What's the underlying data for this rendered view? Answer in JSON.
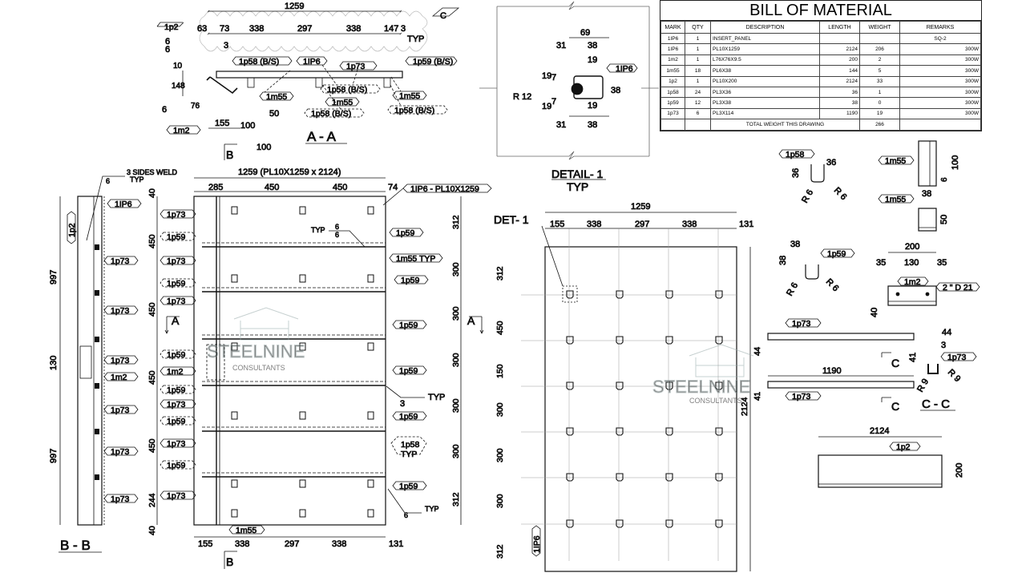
{
  "bom": {
    "title": "BILL OF MATERIAL",
    "headers": [
      "MARK",
      "QTY",
      "DESCRIPTION",
      "LENGTH",
      "WEIGHT",
      "REMARKS"
    ],
    "rows": [
      [
        "1IP6",
        "1",
        "INSERT_PANEL",
        "",
        "",
        "SQ-2"
      ],
      [
        "1IP6",
        "1",
        "PL10X1259",
        "2124",
        "206",
        "300W"
      ],
      [
        "1m2",
        "1",
        "L76X76X9.5",
        "200",
        "2",
        "300W"
      ],
      [
        "1m55",
        "18",
        "PL6X38",
        "144",
        "5",
        "300W"
      ],
      [
        "1p2",
        "1",
        "PL10X200",
        "2124",
        "33",
        "300W"
      ],
      [
        "1p58",
        "24",
        "PL3X36",
        "36",
        "1",
        "300W"
      ],
      [
        "1p59",
        "12",
        "PL3X38",
        "38",
        "0",
        "300W"
      ],
      [
        "1p73",
        "6",
        "PL3X114",
        "1190",
        "19",
        "300W"
      ]
    ],
    "total_label": "TOTAL WEIGHT THIS DRAWING",
    "total_value": "266"
  },
  "section_aa": {
    "dims_top": [
      "1259",
      "63",
      "73",
      "338",
      "297",
      "338",
      "147",
      "3",
      "TYP"
    ],
    "dims_left": [
      "6",
      "6",
      "10",
      "148",
      "76",
      "6"
    ],
    "dims_bottom": [
      "155",
      "50",
      "100",
      "100"
    ],
    "dim_3": "3",
    "section_marker": "C",
    "tags": [
      "1p2",
      "1p58 (B/S)",
      "1IP6",
      "1p73",
      "1p59 (B/S)",
      "1m55",
      "1p58 (B/S)",
      "1m55",
      "1m55",
      "1p58 (B/S)",
      "1p58 (B/S)",
      "1m2"
    ],
    "title": "A  -  A"
  },
  "detail1": {
    "dims": [
      "69",
      "31",
      "38",
      "19",
      "19",
      "7",
      "7",
      "R 12",
      "19",
      "19",
      "31",
      "38",
      "38"
    ],
    "tag": "1IP6",
    "title": "DETAIL- 1",
    "subtitle": "TYP"
  },
  "section_bb": {
    "title": "B  -  B",
    "weld_note": "3 SIDES WELD",
    "weld_typ": "TYP",
    "weld_size": "6",
    "tags": [
      "1p2",
      "1IP6",
      "1p73",
      "1p73",
      "1p73",
      "1m2",
      "1p73",
      "1p73",
      "1p73"
    ],
    "dims": [
      "997",
      "130",
      "997"
    ]
  },
  "front": {
    "top_dim": "1259 (PL10X1259 x 2124)",
    "top_parts": [
      "285",
      "450",
      "450",
      "74"
    ],
    "panel_tag": "1IP6 - PL10X1259",
    "left_dims": [
      "40",
      "450",
      "450",
      "450",
      "450",
      "244",
      "40"
    ],
    "right_dims": [
      "312",
      "300",
      "300",
      "300",
      "300",
      "300",
      "312"
    ],
    "bottom_dims": [
      "155",
      "338",
      "297",
      "338",
      "131"
    ],
    "left_tags": [
      "1p73",
      "1p59",
      "1p73",
      "1p59",
      "1p73",
      "1p59",
      "1m2",
      "1p59",
      "1p73",
      "1p59",
      "1p73",
      "1p59",
      "1p73"
    ],
    "right_tags": [
      "1p59",
      "1m55 TYP",
      "1p59",
      "1p59",
      "1p59",
      "1p59",
      "1p59"
    ],
    "weld_typ": "TYP",
    "weld_sizes": [
      "6",
      "6"
    ],
    "typ_3": "3",
    "typ": "TYP",
    "typ_6": "6",
    "dash_tag": "1p58",
    "dash_tag_typ": "TYP",
    "bottom_tag": "1m55",
    "section_a": "A",
    "section_b": "B"
  },
  "panel_layout": {
    "det_label": "DET- 1",
    "top_dim": "1259",
    "top_parts": [
      "155",
      "338",
      "297",
      "338",
      "131"
    ],
    "left_dims": [
      "312",
      "450",
      "150",
      "300",
      "300",
      "300",
      "312"
    ],
    "height_dim": "2124",
    "tag": "1IP6"
  },
  "parts": {
    "p58_tag": "1p58",
    "p58_dims": [
      "36",
      "36",
      "R 6",
      "R 6"
    ],
    "m55_tag_a": "1m55",
    "m55_dims_a": [
      "100",
      "6",
      "38"
    ],
    "m55_tag_b": "1m55",
    "m55_dim_b": "50",
    "p59_tag": "1p59",
    "p59_dims": [
      "38",
      "38",
      "R 6",
      "R 6"
    ],
    "m2_tag": "1m2",
    "m2_dims": [
      "200",
      "35",
      "130",
      "35",
      "40"
    ],
    "m2_holes": "2 \" D 21",
    "p73_tag_a": "1p73",
    "p73_tag_b": "1p73",
    "p73_dims": [
      "44",
      "1190",
      "41"
    ],
    "cc_tag": "1p73",
    "cc_dims": [
      "44",
      "3",
      "41",
      "R 9",
      "R 9"
    ],
    "cc_title": "C  -  C",
    "cc_marker": "C",
    "p2_tag": "1p2",
    "p2_dims": [
      "2124",
      "200"
    ]
  },
  "watermark": {
    "name": "STEELNINE",
    "sub": "CONSULTANTS"
  }
}
